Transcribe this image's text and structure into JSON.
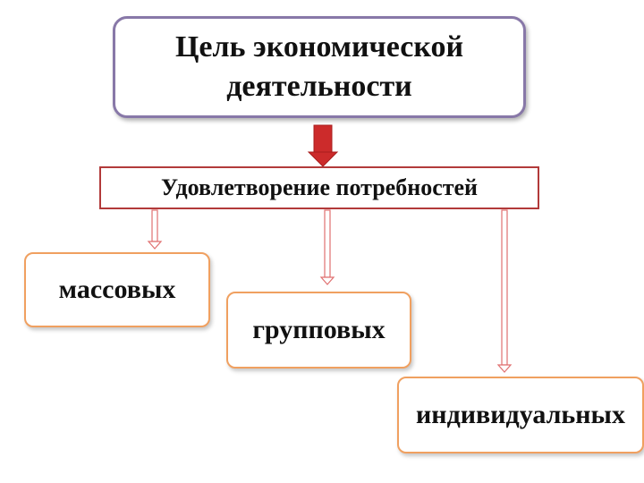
{
  "goal": {
    "line1": "Цель экономической",
    "line2": "деятельности"
  },
  "needs": {
    "label": "Удовлетворение потребностей"
  },
  "kinds": [
    {
      "label": "массовых"
    },
    {
      "label": "групповых"
    },
    {
      "label": "индивидуальных"
    }
  ],
  "colors": {
    "goal_border": "#8878a8",
    "main_arrow": "#cc2b2b",
    "needs_border": "#b23a3a",
    "branch_arrow": "#e07070",
    "leaf_border": "#f0a060"
  }
}
